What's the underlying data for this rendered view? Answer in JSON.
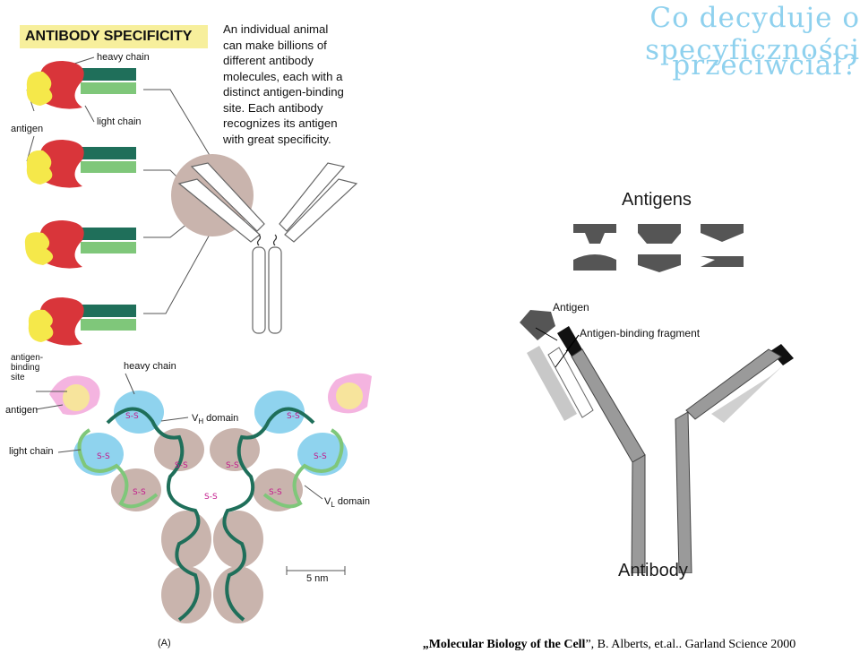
{
  "title": {
    "line1": "Co decyduje o specyficzności",
    "line2": "przeciwciał?"
  },
  "specificity_panel": {
    "heading": "ANTIBODY SPECIFICITY",
    "description": "An individual animal\ncan make billions of\ndifferent antibody\nmolecules, each with a\ndistinct antigen-binding\nsite. Each antibody\nrecognizes its antigen\nwith great specificity.",
    "labels": {
      "heavy_chain": "heavy chain",
      "light_chain": "light chain",
      "antigen": "antigen"
    }
  },
  "domain_panel": {
    "labels": {
      "binding_site": "antigen-\nbinding\nsite",
      "heavy_chain": "heavy chain",
      "antigen": "antigen",
      "vh_domain": "V",
      "vh_sub": "H",
      "vh_suffix": " domain",
      "light_chain": "light chain",
      "vl_domain": "V",
      "vl_sub": "L",
      "vl_suffix": " domain",
      "scale": "5 nm",
      "panel_tag": "(A)",
      "disulfide": "S-S"
    }
  },
  "schematic_panel": {
    "antigens_label": "Antigens",
    "antigen_label": "Antigen",
    "fragment_label": "Antigen-binding fragment",
    "antibody_label": "Antibody"
  },
  "citation": {
    "quote_open": "„",
    "book": "Molecular Biology of the Cell",
    "rest": "”, B. Alberts, et.al.. Garland Science 2000"
  },
  "colors": {
    "title": "#8fd1ee",
    "heavy_chain": "#1f6f5a",
    "light_chain": "#7fc77a",
    "antigen": "#f5e84a",
    "variable_red": "#d9353a",
    "vh_domain_fill": "#8fd3ee",
    "constant_domain_fill": "#c9b4ad",
    "disulfide": "#c2188b"
  }
}
